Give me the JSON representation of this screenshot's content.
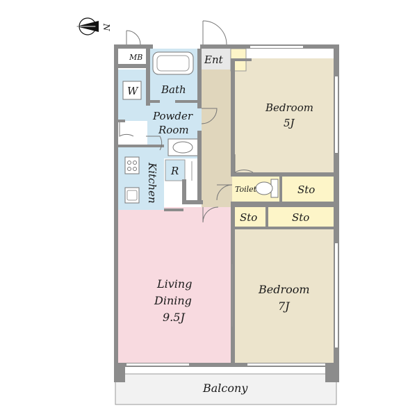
{
  "compass": {
    "label": "N",
    "icon": "north-arrow-icon"
  },
  "colors": {
    "bedroom": "#ece4cc",
    "living": "#f8dae0",
    "wet": "#cfe6f2",
    "entrance": "#e0d6bc",
    "storage": "#fdf5c8",
    "wall": "#8c8c8c",
    "balcony": "#eeeeee"
  },
  "rooms": {
    "mb": "MB",
    "washer": "W",
    "bath": "Bath",
    "powder_line1": "Powder",
    "powder_line2": "Room",
    "entrance": "Ent",
    "bedroom_north_line1": "Bedroom",
    "bedroom_north_line2": "5J",
    "kitchen": "Kitchen",
    "refrigerator": "R",
    "toilet": "Toilet",
    "storage_upper": "Sto",
    "storage_hall": "Sto",
    "storage_lower": "Sto",
    "living_line1": "Living",
    "living_line2": "Dining",
    "living_line3": "9.5J",
    "bedroom_south_line1": "Bedroom",
    "bedroom_south_line2": "7J",
    "balcony": "Balcony"
  }
}
